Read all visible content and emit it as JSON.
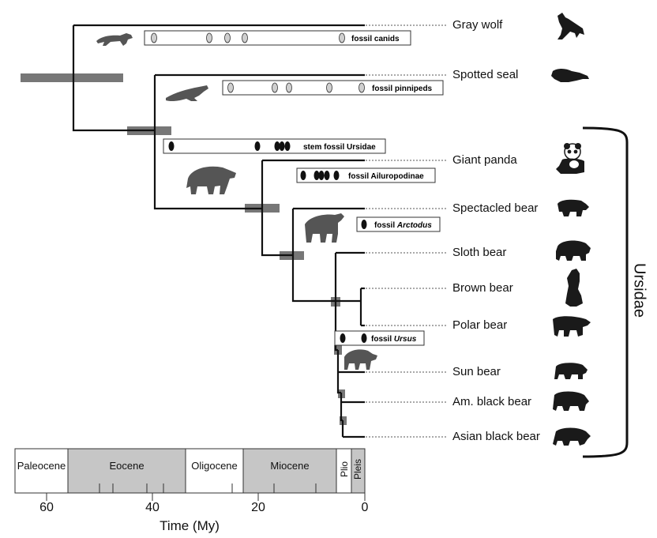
{
  "taxa": [
    {
      "name": "Gray wolf",
      "icon": "wolf-icon"
    },
    {
      "name": "Spotted seal",
      "icon": "seal-icon"
    },
    {
      "name": "Giant panda",
      "icon": "panda-icon"
    },
    {
      "name": "Spectacled bear",
      "icon": "spectacled-bear-icon"
    },
    {
      "name": "Sloth bear",
      "icon": "sloth-bear-icon"
    },
    {
      "name": "Brown bear",
      "icon": "brown-bear-icon"
    },
    {
      "name": "Polar bear",
      "icon": "polar-bear-icon"
    },
    {
      "name": "Sun bear",
      "icon": "sun-bear-icon"
    },
    {
      "name": "Am. black bear",
      "icon": "american-black-bear-icon"
    },
    {
      "name": "Asian black bear",
      "icon": "asian-black-bear-icon"
    }
  ],
  "fossil_boxes": [
    {
      "label_before": "fossil canids",
      "label_italic": "",
      "marker": "grey-oval"
    },
    {
      "label_before": "fossil pinnipeds",
      "label_italic": "",
      "marker": "grey-oval"
    },
    {
      "label_before": "stem fossil Ursidae",
      "label_italic": "",
      "marker": "black-oval"
    },
    {
      "label_before": "fossil Ailuropodinae",
      "label_italic": "",
      "marker": "black-oval"
    },
    {
      "label_before": "fossil ",
      "label_italic": "Arctodus",
      "marker": "black-oval"
    },
    {
      "label_before": "fossil ",
      "label_italic": "Ursus",
      "marker": "black-oval"
    }
  ],
  "clade_label": "Ursidae",
  "epochs": [
    "Paleocene",
    "Eocene",
    "Oligocene",
    "Miocene",
    "Plio",
    "Pleis"
  ],
  "axis": {
    "title": "Time (My)",
    "ticks": [
      "60",
      "40",
      "20",
      "0"
    ]
  },
  "colors": {
    "branch": "#111111",
    "node_bar": "#777777",
    "epoch_shaded": "#c6c6c6",
    "fossil_fill_grey": "#cfcfcf",
    "fossil_fill_black": "#111111",
    "silhouette_dark": "#1a1a1a",
    "silhouette_grey": "#555555"
  }
}
